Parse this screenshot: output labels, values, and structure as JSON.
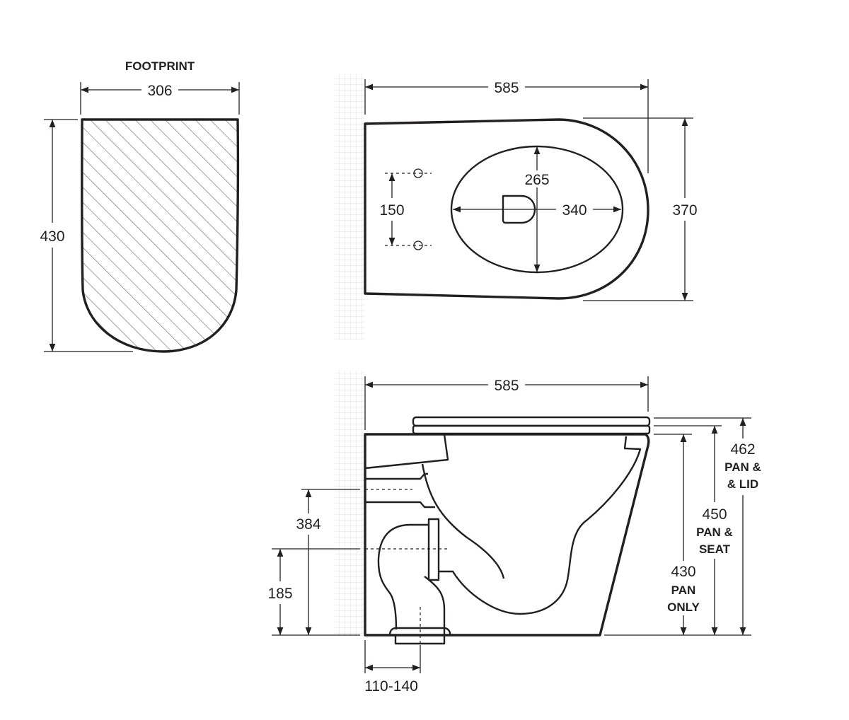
{
  "footprint": {
    "title": "FOOTPRINT",
    "width_label": "306",
    "depth_label": "430"
  },
  "plan_view": {
    "length_label": "585",
    "bowl_width_label": "265",
    "bowl_length_label": "340",
    "overall_width_label": "370",
    "fixing_spacing_label": "150"
  },
  "side_view": {
    "length_label": "585",
    "heights": [
      {
        "value": "462",
        "line1": "PAN &",
        "line2": "& LID"
      },
      {
        "value": "450",
        "line1": "PAN &",
        "line2": "SEAT"
      },
      {
        "value": "430",
        "line1": "PAN",
        "line2": "ONLY"
      }
    ],
    "inlet_height_label": "384",
    "outlet_height_label": "185",
    "setout_label": "110-140"
  },
  "colors": {
    "line": "#231f20",
    "grid": "#d9d9d9",
    "background": "#ffffff"
  }
}
